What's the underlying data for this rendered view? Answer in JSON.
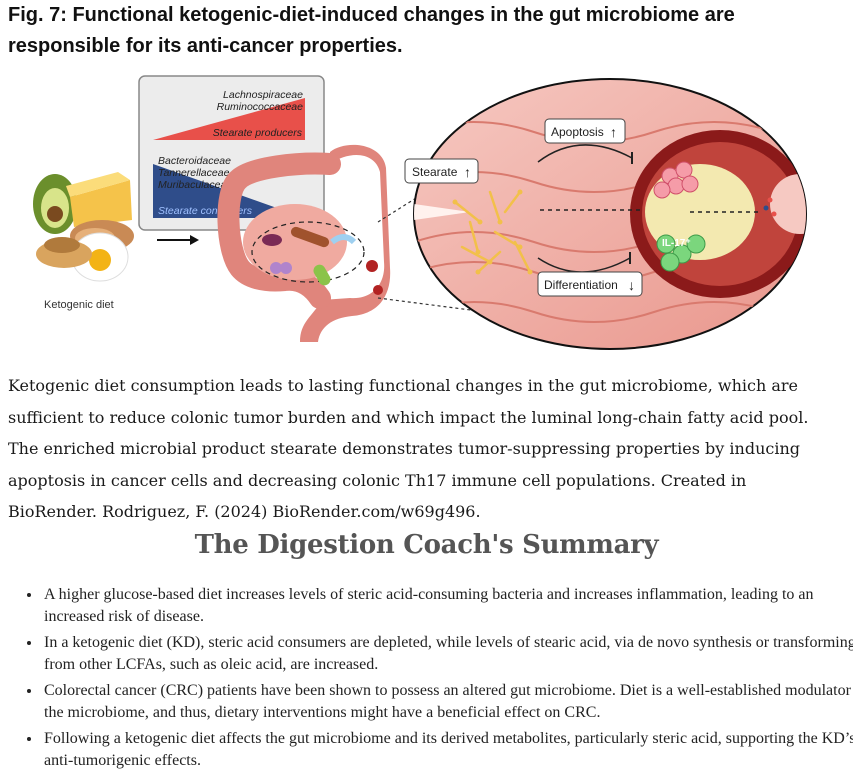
{
  "figure": {
    "title": "Fig. 7: Functional ketogenic-diet-induced changes in the gut microbiome are responsible for its anti-cancer properties.",
    "labels": {
      "ketogenic_diet": "Ketogenic diet",
      "producer_1": "Lachnospiraceae",
      "producer_2": "Ruminococcaceae",
      "producers": "Stearate producers",
      "consumer_1": "Bacteroidaceae",
      "consumer_2": "Tannerellaceae",
      "consumer_3": "Muribaculaceae",
      "consumers": "Stearate consumers",
      "stearate": "Stearate",
      "apoptosis": "Apoptosis",
      "differentiation": "Differentiation",
      "il17": "IL-17⁺",
      "arrow_up": "↑",
      "arrow_down": "↓"
    },
    "caption": "Ketogenic diet consumption leads to lasting functional changes in the gut microbiome, which are sufficient to reduce colonic tumor burden and which impact the luminal long-chain fatty acid pool. The enriched microbial product stearate demonstrates tumor-suppressing properties by inducing apoptosis in cancer cells and decreasing colonic Th17 immune cell populations. Created in BioRender. Rodriguez, F. (2024) BioRender.com/w69g496."
  },
  "summary": {
    "title": "The Digestion Coach's Summary",
    "bullets": [
      "A higher glucose-based diet increases levels of steric acid-consuming bacteria and increases inflammation, leading to an increased risk of disease.",
      "In a ketogenic diet (KD), steric acid consumers are depleted, while levels of stearic acid, via de novo synthesis or transforming it from other LCFAs, such as oleic acid, are increased.",
      "Colorectal cancer (CRC) patients have been shown to possess an altered gut microbiome. Diet is a well-established modulator of the microbiome, and thus, dietary interventions might have a beneficial effect on CRC.",
      "Following a ketogenic diet affects the gut microbiome and its derived metabolites, particularly steric acid, supporting the KD’s anti-tumorigenic effects."
    ]
  },
  "colors": {
    "producer_red": "#e8504a",
    "consumer_blue": "#2f4d8a",
    "tissue_pink": "#f2b8b0",
    "tumor_dark": "#8b1a1a",
    "stearate_yellow": "#f2c04a"
  }
}
